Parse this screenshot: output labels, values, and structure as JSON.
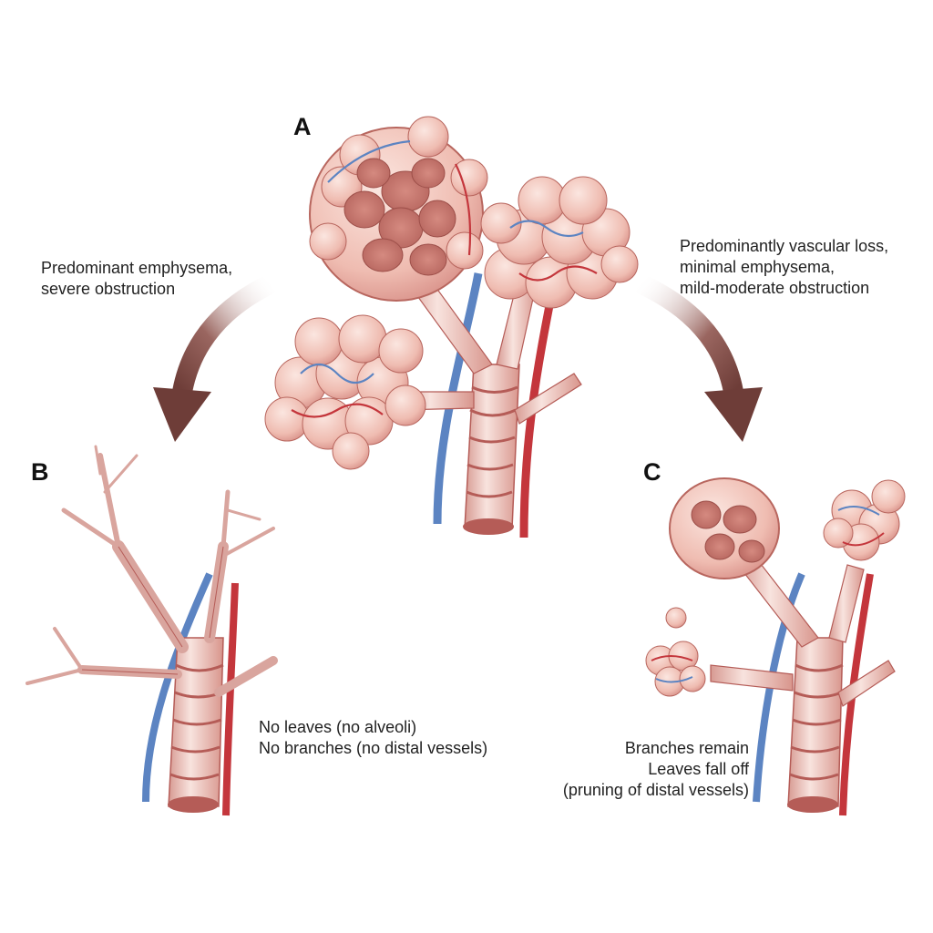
{
  "labels": {
    "a": "A",
    "b": "B",
    "c": "C"
  },
  "captions": {
    "left_top": [
      "Predominant emphysema,",
      "severe obstruction"
    ],
    "right_top": [
      "Predominantly vascular loss,",
      "minimal emphysema,",
      "mild-moderate obstruction"
    ],
    "b_caption": [
      "No leaves (no alveoli)",
      "No branches (no distal vessels)"
    ],
    "c_caption": [
      "Branches remain",
      "Leaves fall off",
      "(pruning of distal vessels)"
    ]
  },
  "colors": {
    "airway": "#f2cfc8",
    "airway_dark": "#b55c57",
    "alveolus": "#f0c3b8",
    "alveolus_inner": "#c97a70",
    "vein_blue": "#5c84c2",
    "artery_red": "#c4363c",
    "arrow": "#7a4a45"
  }
}
